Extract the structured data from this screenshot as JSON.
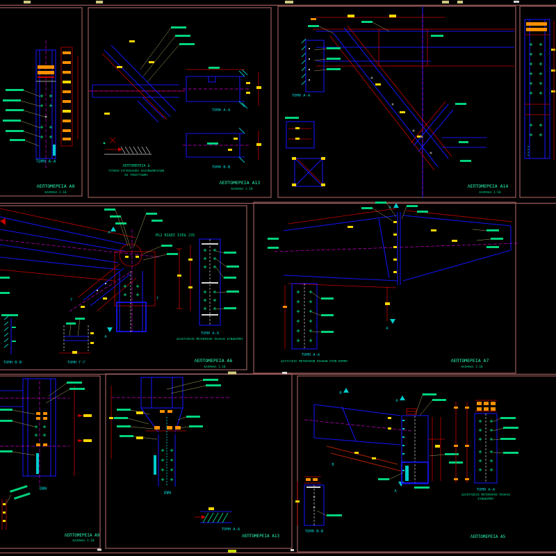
{
  "document": {
    "kind": "cad-steel-connection-details-sheet",
    "language": "Greek"
  },
  "palette": {
    "bg": "#000000",
    "frame": "#9c5c5c",
    "blue": "#1414f0",
    "red": "#c80000",
    "darkred": "#8b1a00",
    "magenta": "#cc00cc",
    "cyan": "#00cccc",
    "white": "#d8d8d8",
    "yellow": "#ffd700",
    "orange": "#ff9000",
    "green": "#00d47e",
    "green2": "#00dc8c",
    "titlegreen": "#2bffb4",
    "leader": "#b0a860"
  },
  "markers": {
    "a": "Α",
    "b": "Β",
    "g": "Γ"
  },
  "panels": {
    "a8": {
      "title": "ΛΕΠΤΟΜΕΡΕΙΑ Α8",
      "scale": "ΚΛΙΜΑΚΑ 1:10",
      "section_aa": "ΤΟΜΗ Α-Α"
    },
    "a13": {
      "title": "ΛΕΠΤΟΜΕΡΕΙΑ Α13",
      "scale": "ΚΛΙΜΑΚΑ 1:10",
      "section_aa": "ΤΟΜΗ Α-Α",
      "section_bb": "ΤΟΜΗ Β-Β",
      "note1": "ΛΕΠΤΟΜΕΡΕΙΑ Δ",
      "note2": "ΤΥΠΙΚΗ ΣΥΓΚΟΛΛΗΣΗ ΧΑΛΥΒΔΟΦΥΛΛΩΝ",
      "note3": "ΣΕ ΥΠΟΣΤΥΛΩΜΑ"
    },
    "a14": {
      "title": "ΛΕΠΤΟΜΕΡΕΙΑ Α14",
      "scale": "ΚΛΙΜΑΚΑ 1:10",
      "section_aa": "ΤΟΜΗ Α-Α"
    },
    "a6": {
      "title": "ΛΕΠΤΟΜΕΡΕΙΑ Α6",
      "scale": "ΚΛΙΜΑΚΑ 1:10",
      "bolt_note": "Μ12 ΒΙΔΕΣ ΣΧΕΔ 235",
      "section_aa": "ΤΟΜΗ Α-Α",
      "section_bb": "ΤΟΜΗ Β-Β",
      "section_gg": "ΤΟΜΗ Γ-Γ",
      "caption": "ΔΙΑΣΤΑΣΕΙΣ ΜΕΤΩΠΙΚΗΣ ΠΛΑΚΑΣ ΣΥΝΔΕΣΜΟΥ"
    },
    "a7": {
      "title": "ΛΕΠΤΟΜΕΡΕΙΑ Α7",
      "scale": "ΚΛΙΜΑΚΑ 1:10",
      "section_aa": "ΤΟΜΗ Α-Α",
      "caption": "ΔΙΑΤΑΞΕΙΣ ΜΕΤΩΠΙΚΩΝ ΠΛΑΚΩΝ ΣΤΟΝ ΚΟΡΜΟ"
    },
    "a9": {
      "title": "ΛΕΠΤΟΜΕΡΕΙΑ Α9",
      "scale": "ΚΛΙΜΑΚΑ 1:10",
      "view": "ΟΨΗ"
    },
    "a13b": {
      "title": "ΛΕΠΤΟΜΕΡΕΙΑ Α13",
      "view": "ΟΨΗ",
      "section_aa": "ΤΟΜΗ Α-Α"
    },
    "a5": {
      "title": "ΛΕΠΤΟΜΕΡΕΙΑ Α5",
      "section_aa": "ΤΟΜΗ Α-Α",
      "section_bb": "ΤΟΜΗ Β-Β",
      "caption1": "ΔΙΑΣΤΑΣΕΙΣ ΜΕΤΩΠΙΚΗΣ ΠΛΑΚΑΣ",
      "caption2": "ΣΥΝΔΕΣΜΟΥ"
    }
  }
}
